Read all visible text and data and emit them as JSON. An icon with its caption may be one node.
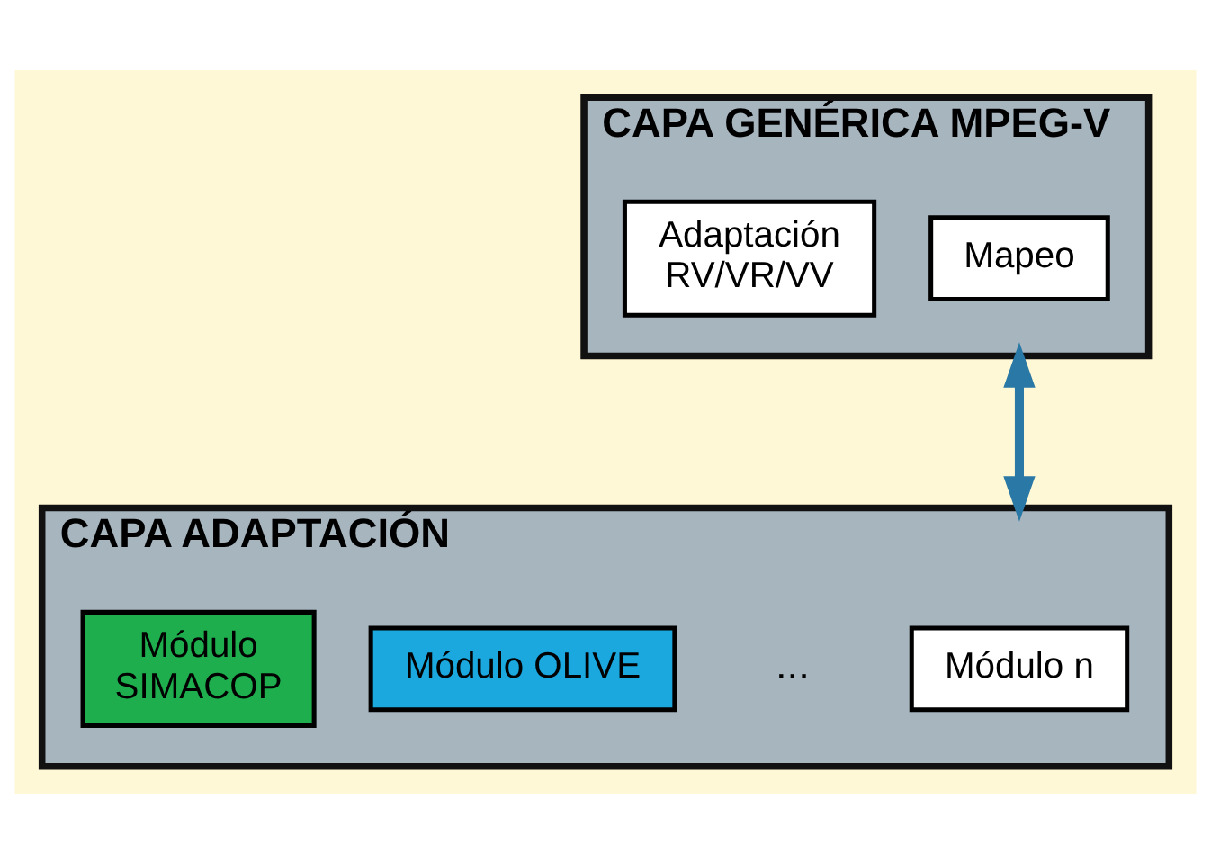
{
  "diagram": {
    "nodes": [
      {
        "text": [
          "CAPA GENÉRICA MPEG-V"
        ]
      },
      {
        "text": [
          "Adaptación RV/VR/VV"
        ],
        "in": 0
      },
      {
        "text": [
          "Mapeo"
        ],
        "in": 0
      },
      {
        "text": [
          "CAPA ADAPTACIÓN"
        ]
      },
      {
        "text": [
          "Módulo SIMACOP"
        ],
        "in": 3
      },
      {
        "text": [
          "Módulo OLIVE"
        ],
        "in": 3
      },
      {
        "text": [
          "Módulo n"
        ],
        "in": 3
      }
    ],
    "edges": [
      {
        "from": 0,
        "to": 3,
        "arrow": "both",
        "color": "#2a78a6"
      }
    ],
    "labels": [
      "..."
    ]
  }
}
